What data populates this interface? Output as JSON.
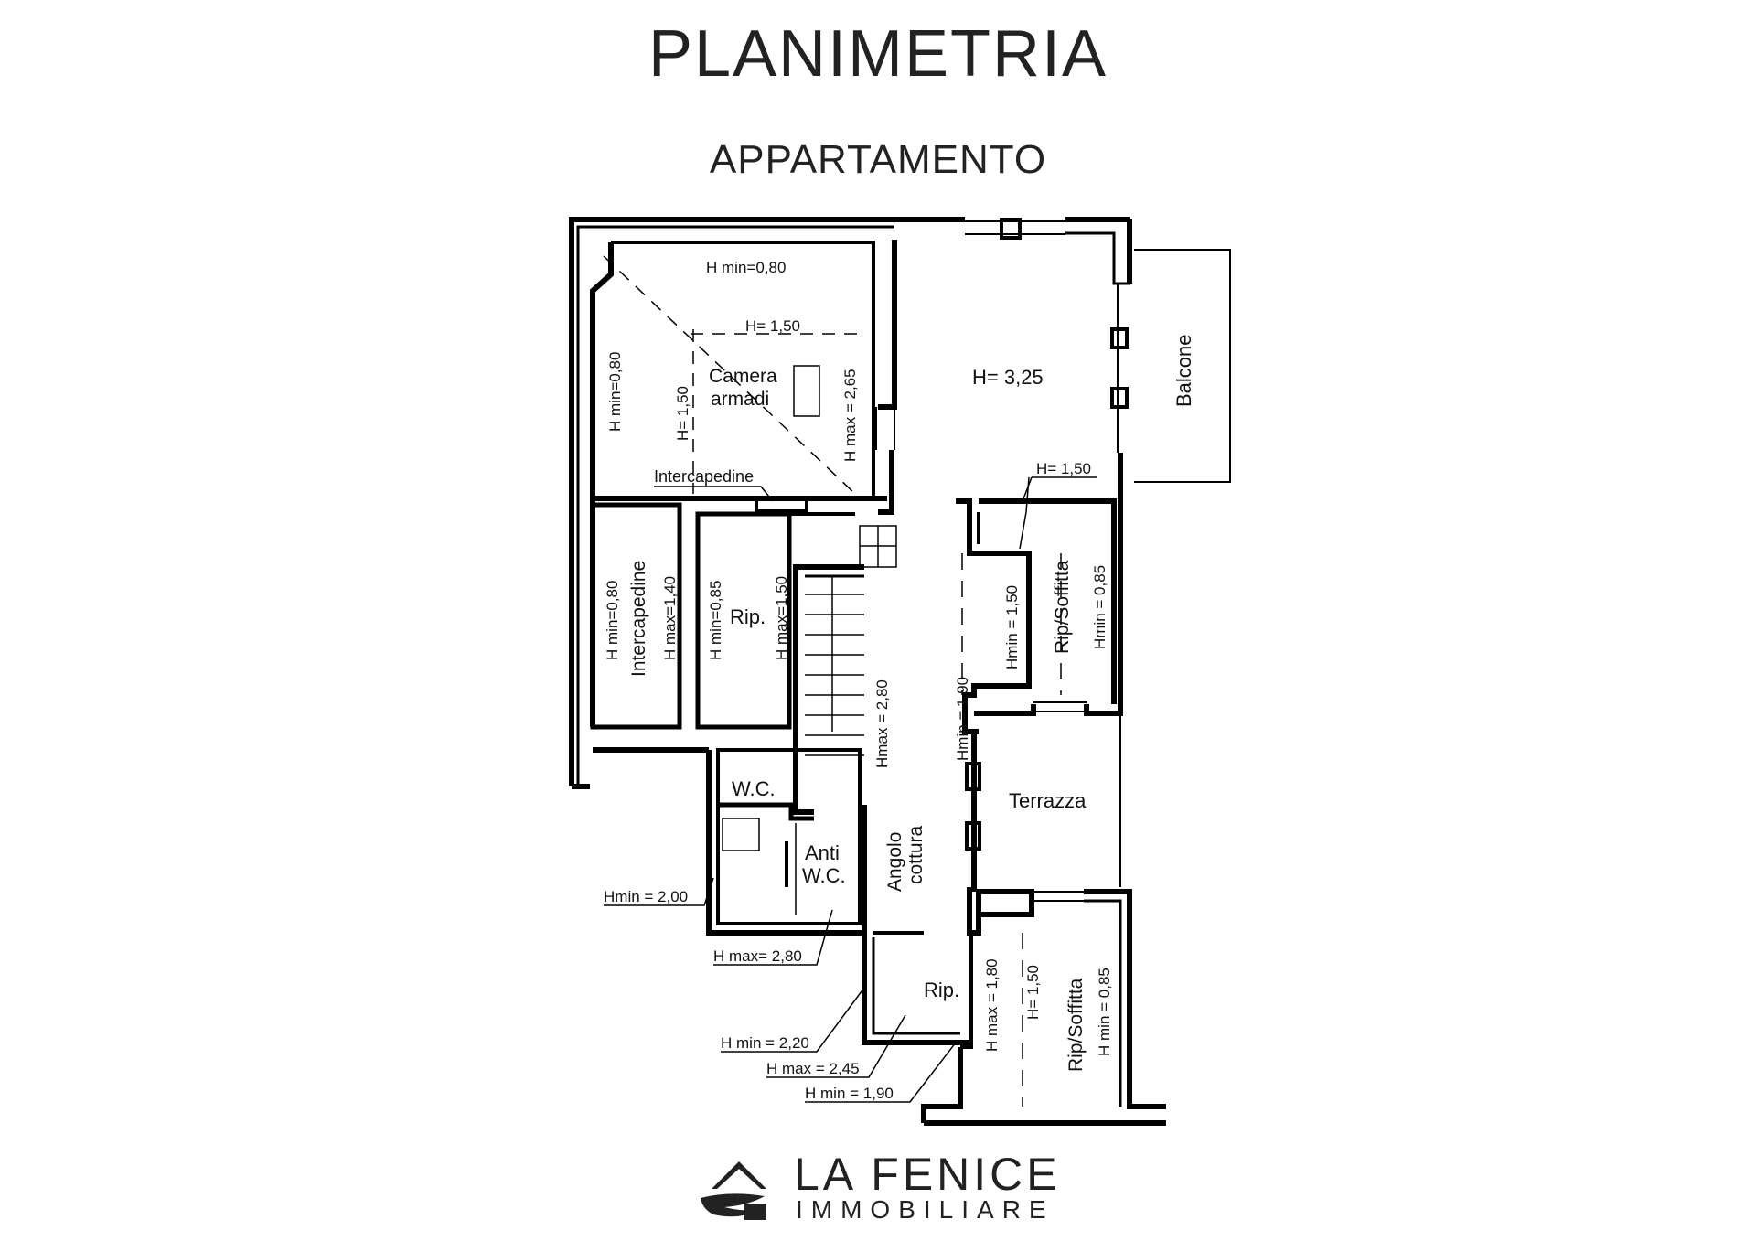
{
  "header": {
    "title": "PLANIMETRIA",
    "subtitle": "APPARTAMENTO"
  },
  "rooms": {
    "camera": "Camera\narmadi",
    "main_room": "H= 3,25",
    "balcone": "Balcone",
    "intercapedine_top": "Intercapedine",
    "intercapedine_left": "Intercapedine",
    "rip_left": "Rip.",
    "rip_soffitta_top": "Rip/Soffitta",
    "terrazza": "Terrazza",
    "wc": "W.C.",
    "anti_wc": "Anti\nW.C.",
    "angolo_cottura": "Angolo\ncottura",
    "rip_bottom": "Rip.",
    "rip_soffitta_bottom": "Rip/Soffitta"
  },
  "heights": {
    "h_min_080_top": "H min=0,80",
    "h_150_horiz": "H= 1,50",
    "h_min_080_vert": "H min=0,80",
    "h_150_vert": "H= 1,50",
    "h_max_265": "H max = 2,65",
    "h_150_right": "H= 1,50",
    "h_min_080_left": "H min=0,80",
    "h_max_140": "H max=1,40",
    "h_min_085_rip": "H min=0,85",
    "h_max_150_rip": "H max=1,50",
    "h_max_280_stairs": "Hmax = 2,80",
    "h_min_190_corridor": "Hmin = 1,90",
    "h_min_150_soffitta": "Hmin = 1,50",
    "h_min_085_soffitta": "Hmin = 0,85",
    "h_min_200": "Hmin = 2,00",
    "h_max_280": "H max= 2,80",
    "h_min_220": "H min = 2,20",
    "h_max_245": "H max = 2,45",
    "h_min_190": "H min = 1,90",
    "h_max_180": "H max = 1,80",
    "h_150_bottom": "H= 1,50",
    "h_min_085_bottom": "H min = 0,85"
  },
  "brand": {
    "name": "LA FENICE",
    "tagline": "IMMOBILIARE"
  }
}
